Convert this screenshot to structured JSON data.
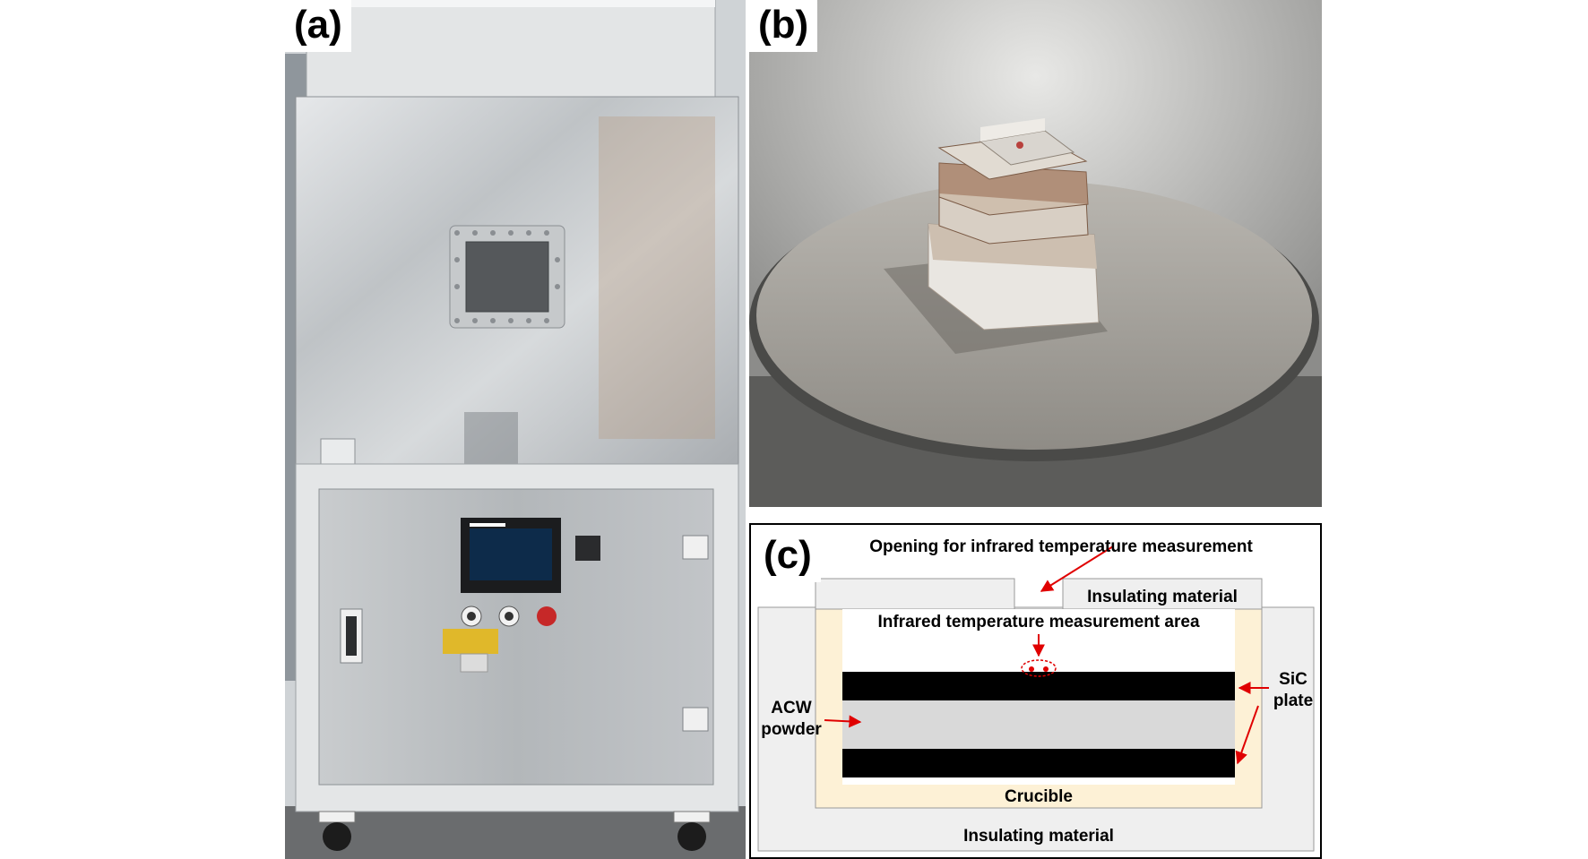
{
  "panels": {
    "a": {
      "label": "(a)"
    },
    "b": {
      "label": "(b)"
    },
    "c": {
      "label": "(c)",
      "opening_label": "Opening for infrared temperature measurement",
      "insulating_top_label": "Insulating material",
      "measurement_area_label": "Infrared temperature measurement area",
      "acw_label_line1": "ACW",
      "acw_label_line2": "powder",
      "sic_label_line1": "SiC",
      "sic_label_line2": "plate",
      "crucible_label": "Crucible",
      "insulating_bottom_label": "Insulating material"
    }
  },
  "colors": {
    "insulation": "#efefef",
    "crucible": "#fdf1d6",
    "sic_plate": "#000000",
    "acw_powder": "#d9d9d9",
    "arrow": "#e00000"
  }
}
